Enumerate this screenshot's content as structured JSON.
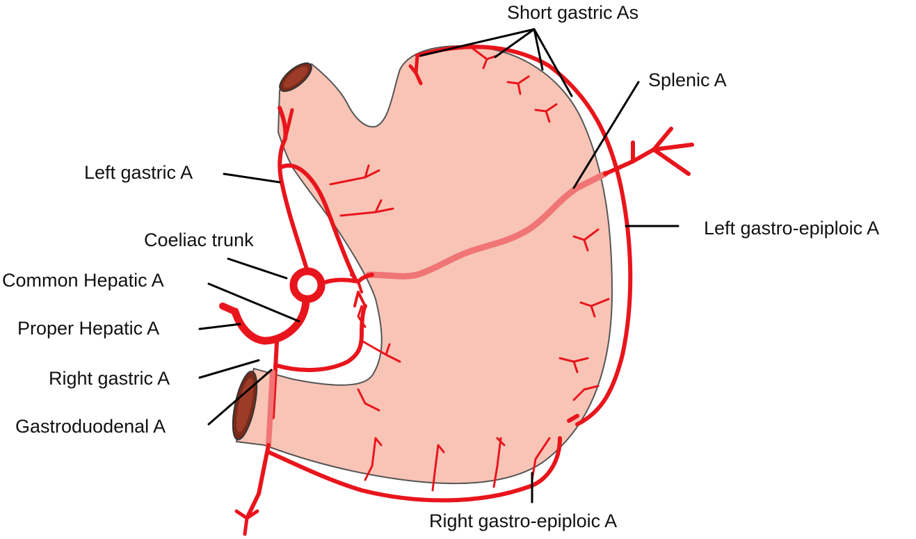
{
  "labels": {
    "short_gastric": "Short gastric As",
    "splenic": "Splenic A",
    "left_gastric": "Left gastric A",
    "left_gastro_epiploic": "Left gastro-epiploic A",
    "coeliac_trunk": "Coeliac trunk",
    "common_hepatic": "Common Hepatic A",
    "proper_hepatic": "Proper Hepatic A",
    "right_gastric": "Right gastric A",
    "gastroduodenal": "Gastroduodenal A",
    "right_gastro_epiploic": "Right gastro-epiploic A"
  },
  "colors": {
    "artery": "#e8151c",
    "splenic_through_stomach": "#f07575",
    "stomach_fill": "#f8c4b6",
    "stomach_outline": "#555555",
    "lumen": "#7a2a1a",
    "label_text": "#111111"
  }
}
